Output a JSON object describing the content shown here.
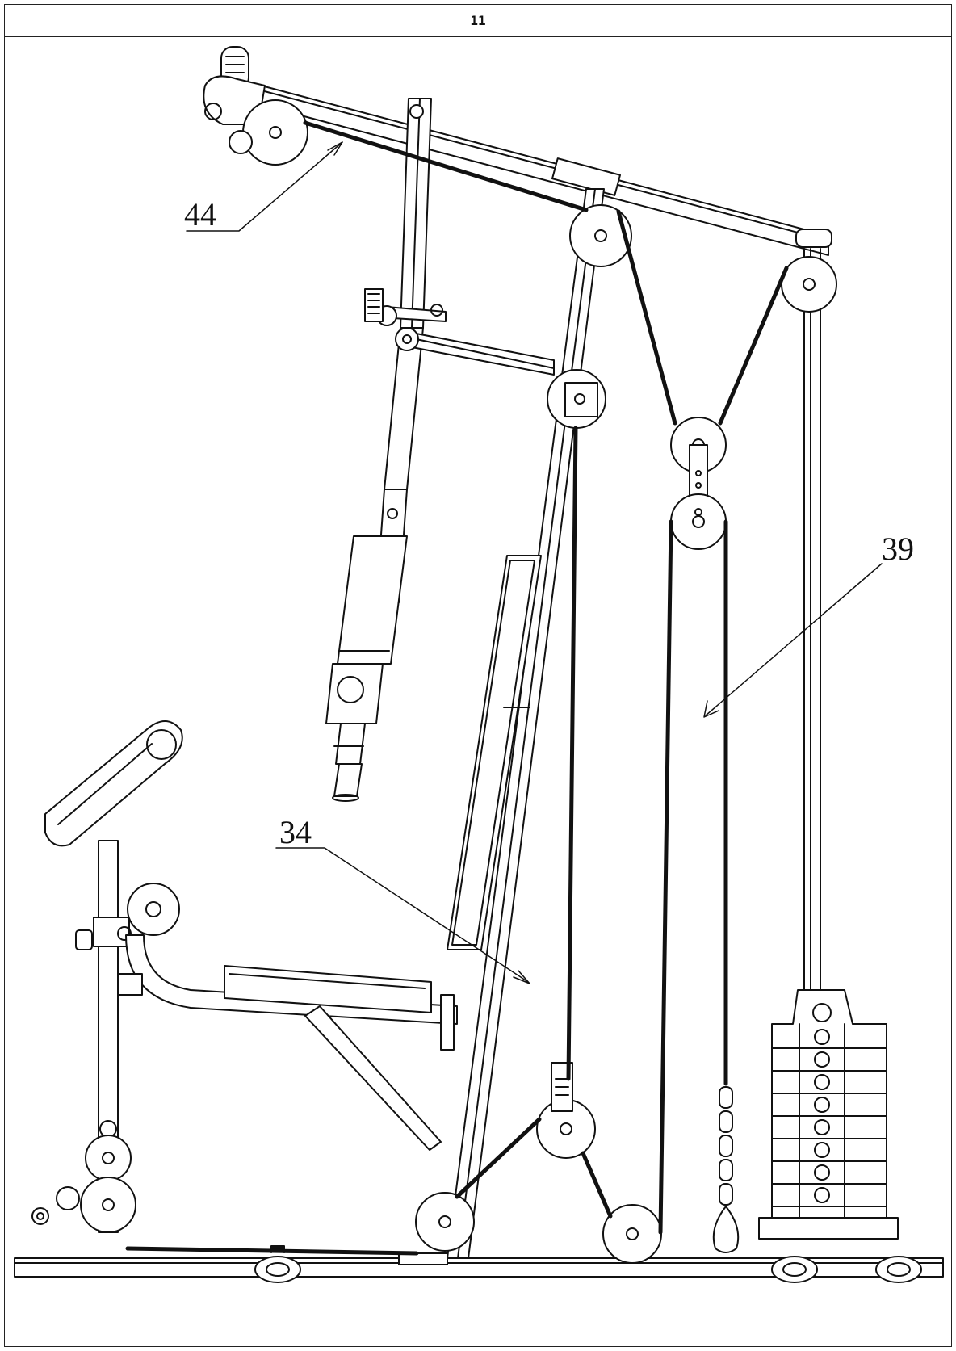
{
  "page": {
    "number": "11"
  },
  "figure": {
    "reference_labels": [
      {
        "id": "44",
        "text": "44"
      },
      {
        "id": "39",
        "text": "39"
      },
      {
        "id": "34",
        "text": "34"
      }
    ],
    "colors": {
      "line": "#111111",
      "fill": "#ffffff"
    }
  }
}
